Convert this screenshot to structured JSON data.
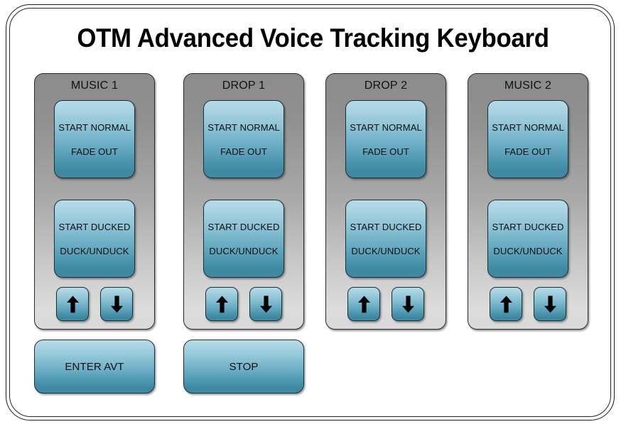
{
  "app": {
    "title": "OTM Advanced Voice Tracking Keyboard"
  },
  "colors": {
    "button_top": "#b7dbe7",
    "button_bottom": "#3d87a1",
    "panel_top": "#8c8c8c",
    "panel_bottom": "#dcdcdc",
    "outline": "#1a1a1a",
    "text": "#0d0d0d"
  },
  "panels": [
    {
      "label": "MUSIC 1",
      "primary_button": {
        "line1": "START NORMAL",
        "line2": "FADE OUT"
      },
      "secondary_button": {
        "line1": "START DUCKED",
        "line2": "DUCK/UNDUCK"
      },
      "arrows": {
        "up": "up-arrow",
        "down": "down-arrow"
      }
    },
    {
      "label": "DROP 1",
      "primary_button": {
        "line1": "START NORMAL",
        "line2": "FADE OUT"
      },
      "secondary_button": {
        "line1": "START DUCKED",
        "line2": "DUCK/UNDUCK"
      },
      "arrows": {
        "up": "up-arrow",
        "down": "down-arrow"
      }
    },
    {
      "label": "DROP 2",
      "primary_button": {
        "line1": "START NORMAL",
        "line2": "FADE OUT"
      },
      "secondary_button": {
        "line1": "START DUCKED",
        "line2": "DUCK/UNDUCK"
      },
      "arrows": {
        "up": "up-arrow",
        "down": "down-arrow"
      }
    },
    {
      "label": "MUSIC 2",
      "primary_button": {
        "line1": "START NORMAL",
        "line2": "FADE OUT"
      },
      "secondary_button": {
        "line1": "START DUCKED",
        "line2": "DUCK/UNDUCK"
      },
      "arrows": {
        "up": "up-arrow",
        "down": "down-arrow"
      }
    }
  ],
  "actions": {
    "enter": "ENTER AVT",
    "stop": "STOP"
  }
}
